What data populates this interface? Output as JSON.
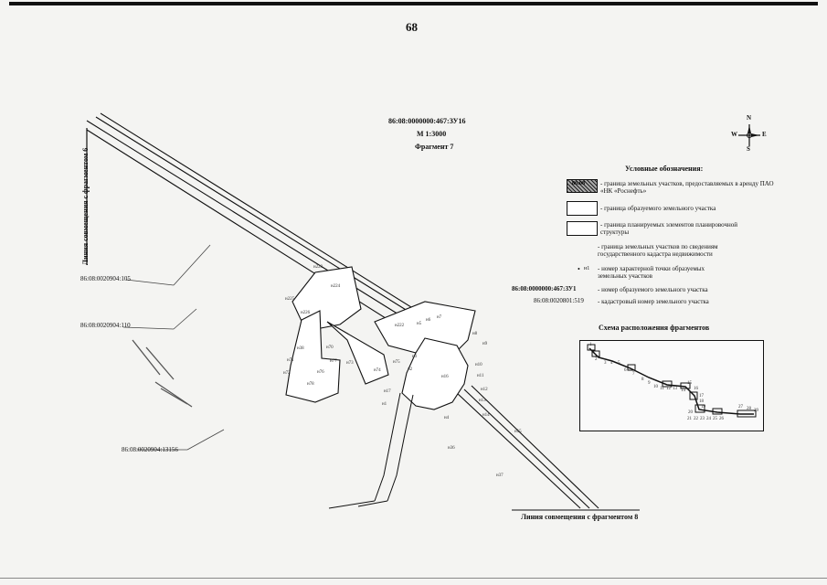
{
  "page_number": "68",
  "header": {
    "plot_id": "86:08:0000000:467:ЗУ16",
    "scale": "М 1:3000",
    "fragment": "Фрагмент 7"
  },
  "compass": {
    "n": "N",
    "s": "S",
    "e": "E",
    "w": "W"
  },
  "legend": {
    "title": "Условные обозначения:",
    "hatch_sample": "86:08",
    "items": [
      "- граница земельных участков, предоставляемых в аренду ПАО «НК «Роснефть»",
      "- граница образуемого земельного участка",
      "- граница планируемых элементов планировочной структуры",
      "- граница земельных участков по сведениям государственного кадастра недвижимости",
      "- номер характерной точки образуемых земельных участков",
      "- номер образуемого земельного участка",
      "- кадастровый номер земельного участка"
    ],
    "point_sample": "н1",
    "plot_sample": "86:08:0000000:467:ЗУ1",
    "cadastral_sample": "86:08:0020801:519"
  },
  "scheme": {
    "title": "Схема расположения фрагментов",
    "fragment_numbers": [
      "1",
      "2",
      "3",
      "4",
      "5",
      "6",
      "7",
      "8",
      "9",
      "10",
      "11",
      "12",
      "13",
      "14",
      "15",
      "16",
      "17",
      "18",
      "19",
      "20",
      "21",
      "22",
      "23",
      "24",
      "25",
      "26",
      "27",
      "28",
      "29"
    ]
  },
  "cadastral_labels": [
    "86:08:0020904:105",
    "86:08:0020904:110",
    "86:08:0020904:13156"
  ],
  "side_label": "Линия совмещения с фрагментом 6",
  "bottom_label": "Линия совмещения с фрагментом 8",
  "points": [
    "н223",
    "н224",
    "н225",
    "н226",
    "н222",
    "н5",
    "н6",
    "н7",
    "н8",
    "н9",
    "н10",
    "н11",
    "н12",
    "н13",
    "н14",
    "н15",
    "н16",
    "н17",
    "н1",
    "н2",
    "н3",
    "н4",
    "н36",
    "н37",
    "н38",
    "н70",
    "н71",
    "н72",
    "н73",
    "н74",
    "н75",
    "н76",
    "н77",
    "н78"
  ]
}
